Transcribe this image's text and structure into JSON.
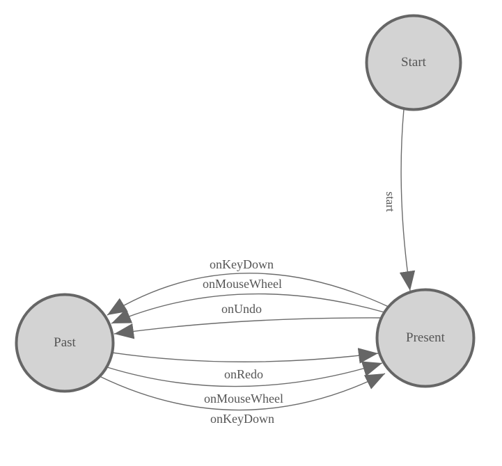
{
  "diagram": {
    "kind": "finite-state-machine",
    "background_color": "#ffffff",
    "colors": {
      "node_fill": "#d3d3d3",
      "node_stroke": "#666666",
      "edge_stroke": "#6b6b6b",
      "arrow_fill": "#666666",
      "label_color": "#555555"
    },
    "nodes": [
      {
        "id": "start",
        "label": "Start"
      },
      {
        "id": "present",
        "label": "Present"
      },
      {
        "id": "past",
        "label": "Past"
      }
    ],
    "edges": [
      {
        "from": "Start",
        "to": "Present",
        "label": "start"
      },
      {
        "from": "Present",
        "to": "Past",
        "label": "onKeyDown"
      },
      {
        "from": "Present",
        "to": "Past",
        "label": "onMouseWheel"
      },
      {
        "from": "Present",
        "to": "Past",
        "label": "onUndo"
      },
      {
        "from": "Past",
        "to": "Present",
        "label": "onRedo"
      },
      {
        "from": "Past",
        "to": "Present",
        "label": "onMouseWheel"
      },
      {
        "from": "Past",
        "to": "Present",
        "label": "onKeyDown"
      }
    ]
  }
}
